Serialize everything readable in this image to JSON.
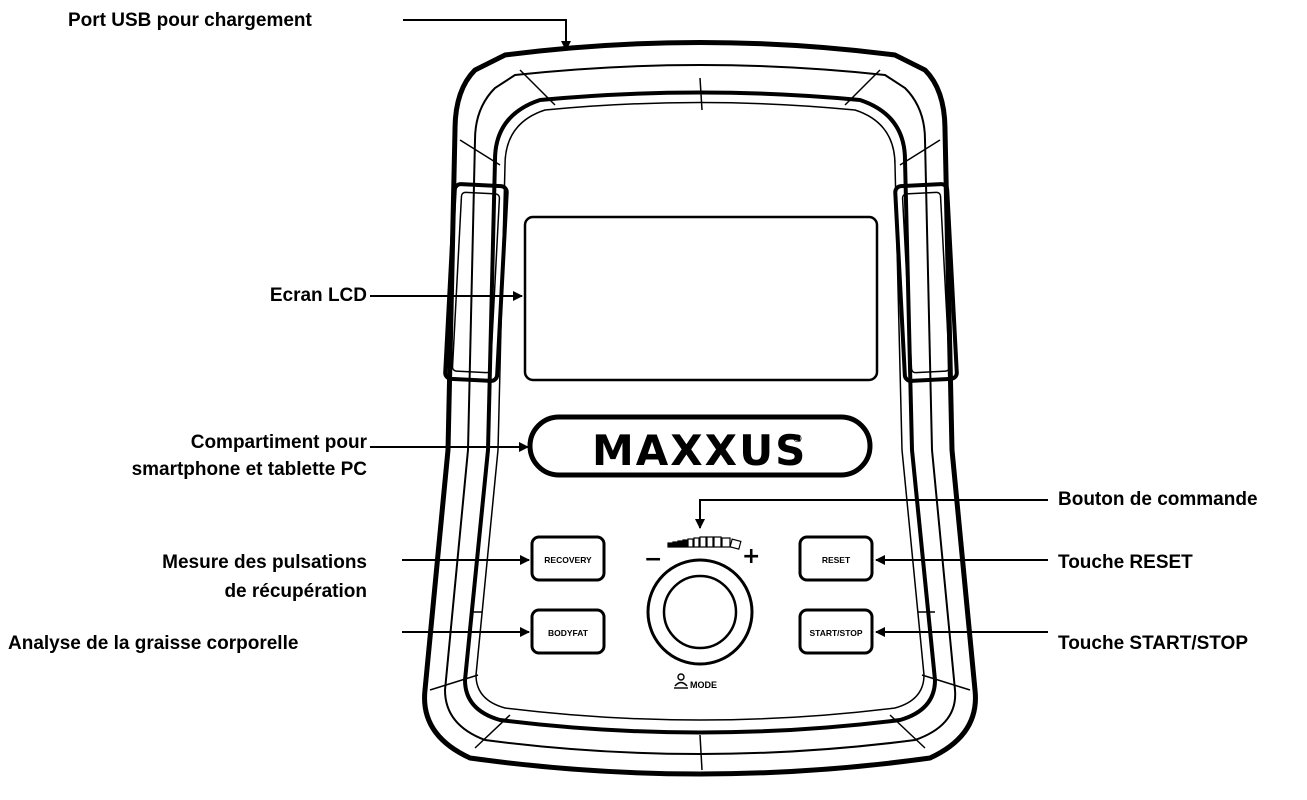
{
  "callouts": {
    "usb_port": "Port USB pour chargement",
    "lcd_screen": "Ecran LCD",
    "compartment_line1": "Compartiment pour",
    "compartment_line2": "smartphone et tablette PC",
    "recovery_line1": "Mesure des pulsations",
    "recovery_line2": "de récupération",
    "bodyfat": "Analyse de la graisse corporelle",
    "control_knob": "Bouton de commande",
    "reset_key": "Touche RESET",
    "start_stop_key": "Touche START/STOP"
  },
  "console": {
    "brand": "MAXXUS",
    "buttons": {
      "recovery": "RECOVERY",
      "bodyfat": "BODYFAT",
      "reset": "RESET",
      "start_stop": "START/STOP"
    },
    "knob": {
      "minus": "−",
      "plus": "+",
      "mode_label": "MODE"
    }
  },
  "icons": [
    "arrow-icon",
    "person-icon",
    "minus-icon",
    "plus-icon",
    "registered-icon"
  ]
}
